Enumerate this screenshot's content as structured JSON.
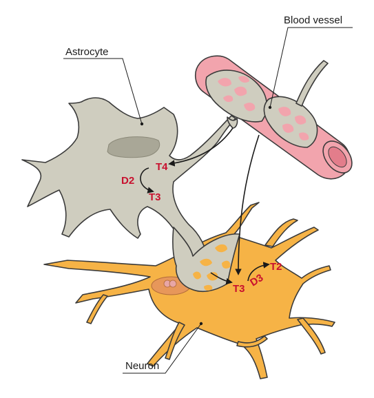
{
  "labels": {
    "astrocyte": "Astrocyte",
    "blood_vessel": "Blood vessel",
    "neuron": "Neuron"
  },
  "astrocyte_pathway": {
    "t4": "T4",
    "d2": "D2",
    "t3": "T3"
  },
  "neuron_pathway": {
    "t3": "T3",
    "d3": "D3",
    "t2": "T2"
  },
  "colors": {
    "astrocyte_fill": "#cfcdbf",
    "neuron_fill": "#f6b346",
    "vessel_fill": "#f2a4ad",
    "hormone_text": "#c8102e",
    "line": "#1a1a1a"
  }
}
